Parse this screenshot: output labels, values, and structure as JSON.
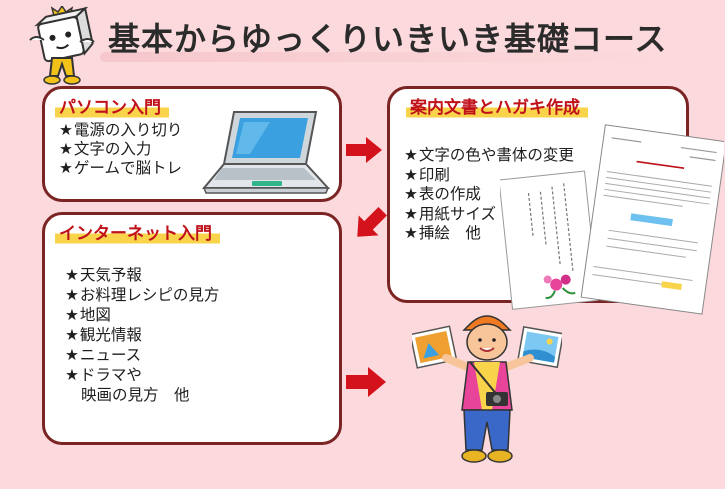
{
  "title": "基本からゆっくりいきいき基礎コース",
  "sections": {
    "pc": {
      "title": "パソコン入門",
      "items": [
        "電源の入り切り",
        "文字の入力",
        "ゲームで脳トレ"
      ]
    },
    "doc": {
      "title": "案内文書とハガキ作成",
      "items": [
        "文字の色や書体の変更",
        "印刷",
        "表の作成",
        "用紙サイズ",
        "挿絵　他"
      ]
    },
    "net": {
      "title": "インターネット入門",
      "items": [
        "天気予報",
        "お料理レシピの見方",
        "地図",
        "観光情報",
        "ニュース",
        "ドラマや"
      ],
      "last_line": "映画の見方　他"
    }
  },
  "bullet": "★",
  "colors": {
    "background": "#fbd9dc",
    "card_border": "#7a2424",
    "card_title": "#c0101a",
    "title_highlight": "#f9d34a",
    "arrow": "#d4121b"
  },
  "icons": [
    "mascot-icon",
    "laptop-icon",
    "document-icon",
    "postcard-icon",
    "person-icon",
    "arrow-right-icon",
    "arrow-down-left-icon"
  ]
}
